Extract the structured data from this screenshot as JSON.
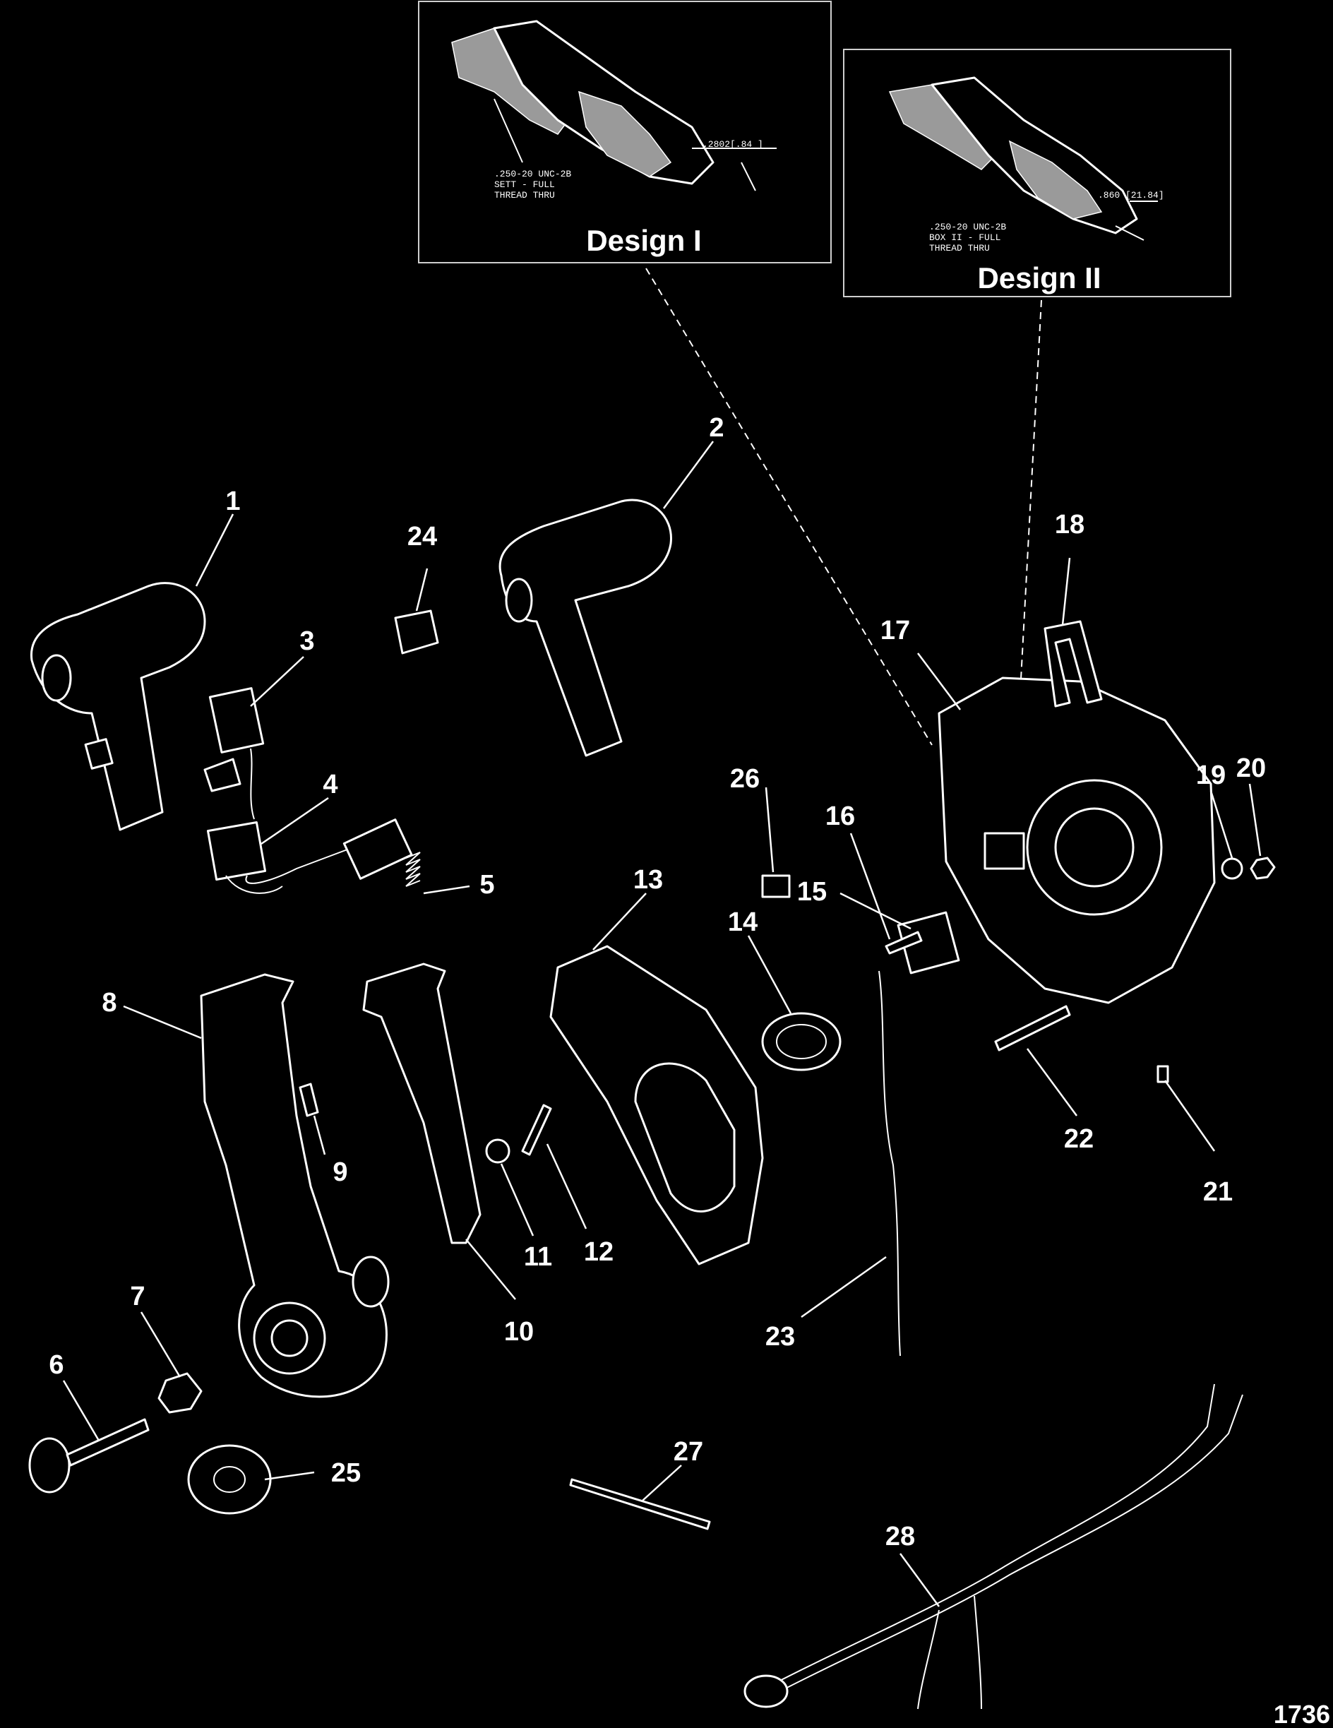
{
  "figure_number": "1736",
  "insets": {
    "design1": {
      "title": "Design I",
      "dimension": ".2802[.84 ]",
      "note_lines": [
        ".250-20 UNC-2B",
        "SETT - FULL",
        "THREAD THRU"
      ]
    },
    "design2": {
      "title": "Design II",
      "dimension": ".860 [21.84]",
      "note_lines": [
        ".250-20 UNC-2B",
        "BOX II - FULL",
        "THREAD THRU"
      ]
    }
  },
  "callouts": [
    "1",
    "2",
    "3",
    "4",
    "5",
    "6",
    "7",
    "8",
    "9",
    "10",
    "11",
    "12",
    "13",
    "14",
    "15",
    "16",
    "17",
    "18",
    "19",
    "20",
    "21",
    "22",
    "23",
    "24",
    "25",
    "26",
    "27",
    "28"
  ]
}
